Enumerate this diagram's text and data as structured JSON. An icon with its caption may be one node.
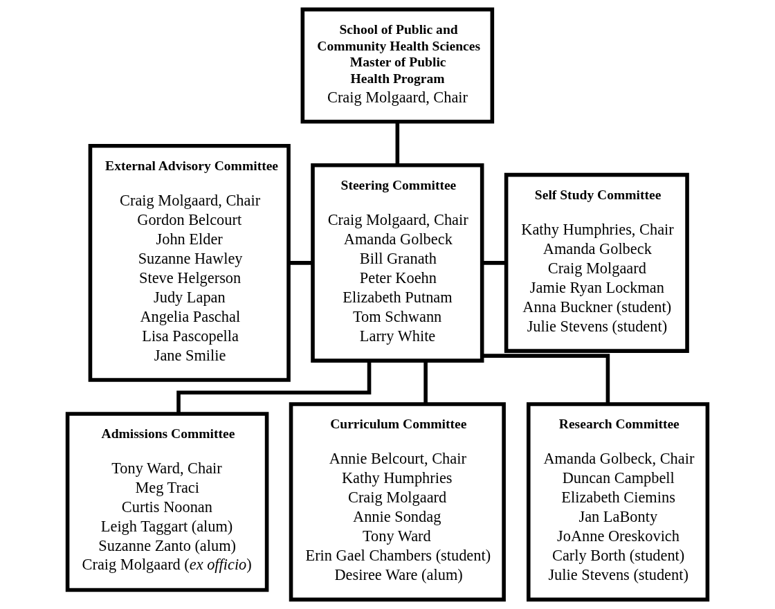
{
  "diagram": {
    "nodes": [
      {
        "text": [
          "School of Public and Community Health Sciences",
          "Master of Public Health Program",
          "Craig Molgaard, Chair"
        ]
      },
      {
        "text": [
          "Steering Committee",
          "Craig Molgaard, Chair",
          "Amanda Golbeck",
          "Bill Granath",
          "Peter Koehn",
          "Elizabeth Putnam",
          "Tom Schwann",
          "Larry White"
        ]
      },
      {
        "text": [
          "External Advisory Committee",
          "Craig Molgaard, Chair",
          "Gordon Belcourt",
          "John Elder",
          "Suzanne Hawley",
          "Steve Helgerson",
          "Judy Lapan",
          "Angelia Paschal",
          "Lisa Pascopella",
          "Jane Smilie"
        ]
      },
      {
        "text": [
          "Self Study Committee",
          "Kathy Humphries, Chair",
          "Amanda Golbeck",
          "Craig Molgaard",
          "Jamie Ryan Lockman",
          "Anna Buckner (student)",
          "Julie Stevens (student)"
        ]
      },
      {
        "text": [
          "Admissions Committee",
          "Tony Ward, Chair",
          "Meg Traci",
          "Curtis Noonan",
          "Leigh Taggart (alum)",
          "Suzanne Zanto (alum)",
          "Craig Molgaard (*ex officio*)"
        ]
      },
      {
        "text": [
          "Curriculum Committee",
          "Annie Belcourt, Chair",
          "Kathy Humphries",
          "Craig Molgaard",
          "Annie Sondag",
          "Tony Ward",
          "Erin Gael Chambers (student)",
          "Desiree Ware (alum)"
        ]
      },
      {
        "text": [
          "Research Committee",
          "Amanda Golbeck, Chair",
          "Duncan Campbell",
          "Elizabeth Ciemins",
          "Jan LaBonty",
          "JoAnne Oreskovich",
          "Carly Borth (student)",
          "Julie Stevens (student)"
        ]
      }
    ],
    "edges": [
      {
        "from": 0,
        "to": 1,
        "arrow": "none"
      },
      {
        "from": 2,
        "to": 1,
        "arrow": "none"
      },
      {
        "from": 1,
        "to": 3,
        "arrow": "none"
      },
      {
        "from": 1,
        "to": 4,
        "arrow": "none"
      },
      {
        "from": 1,
        "to": 5,
        "arrow": "none"
      },
      {
        "from": 1,
        "to": 6,
        "arrow": "none"
      }
    ]
  }
}
